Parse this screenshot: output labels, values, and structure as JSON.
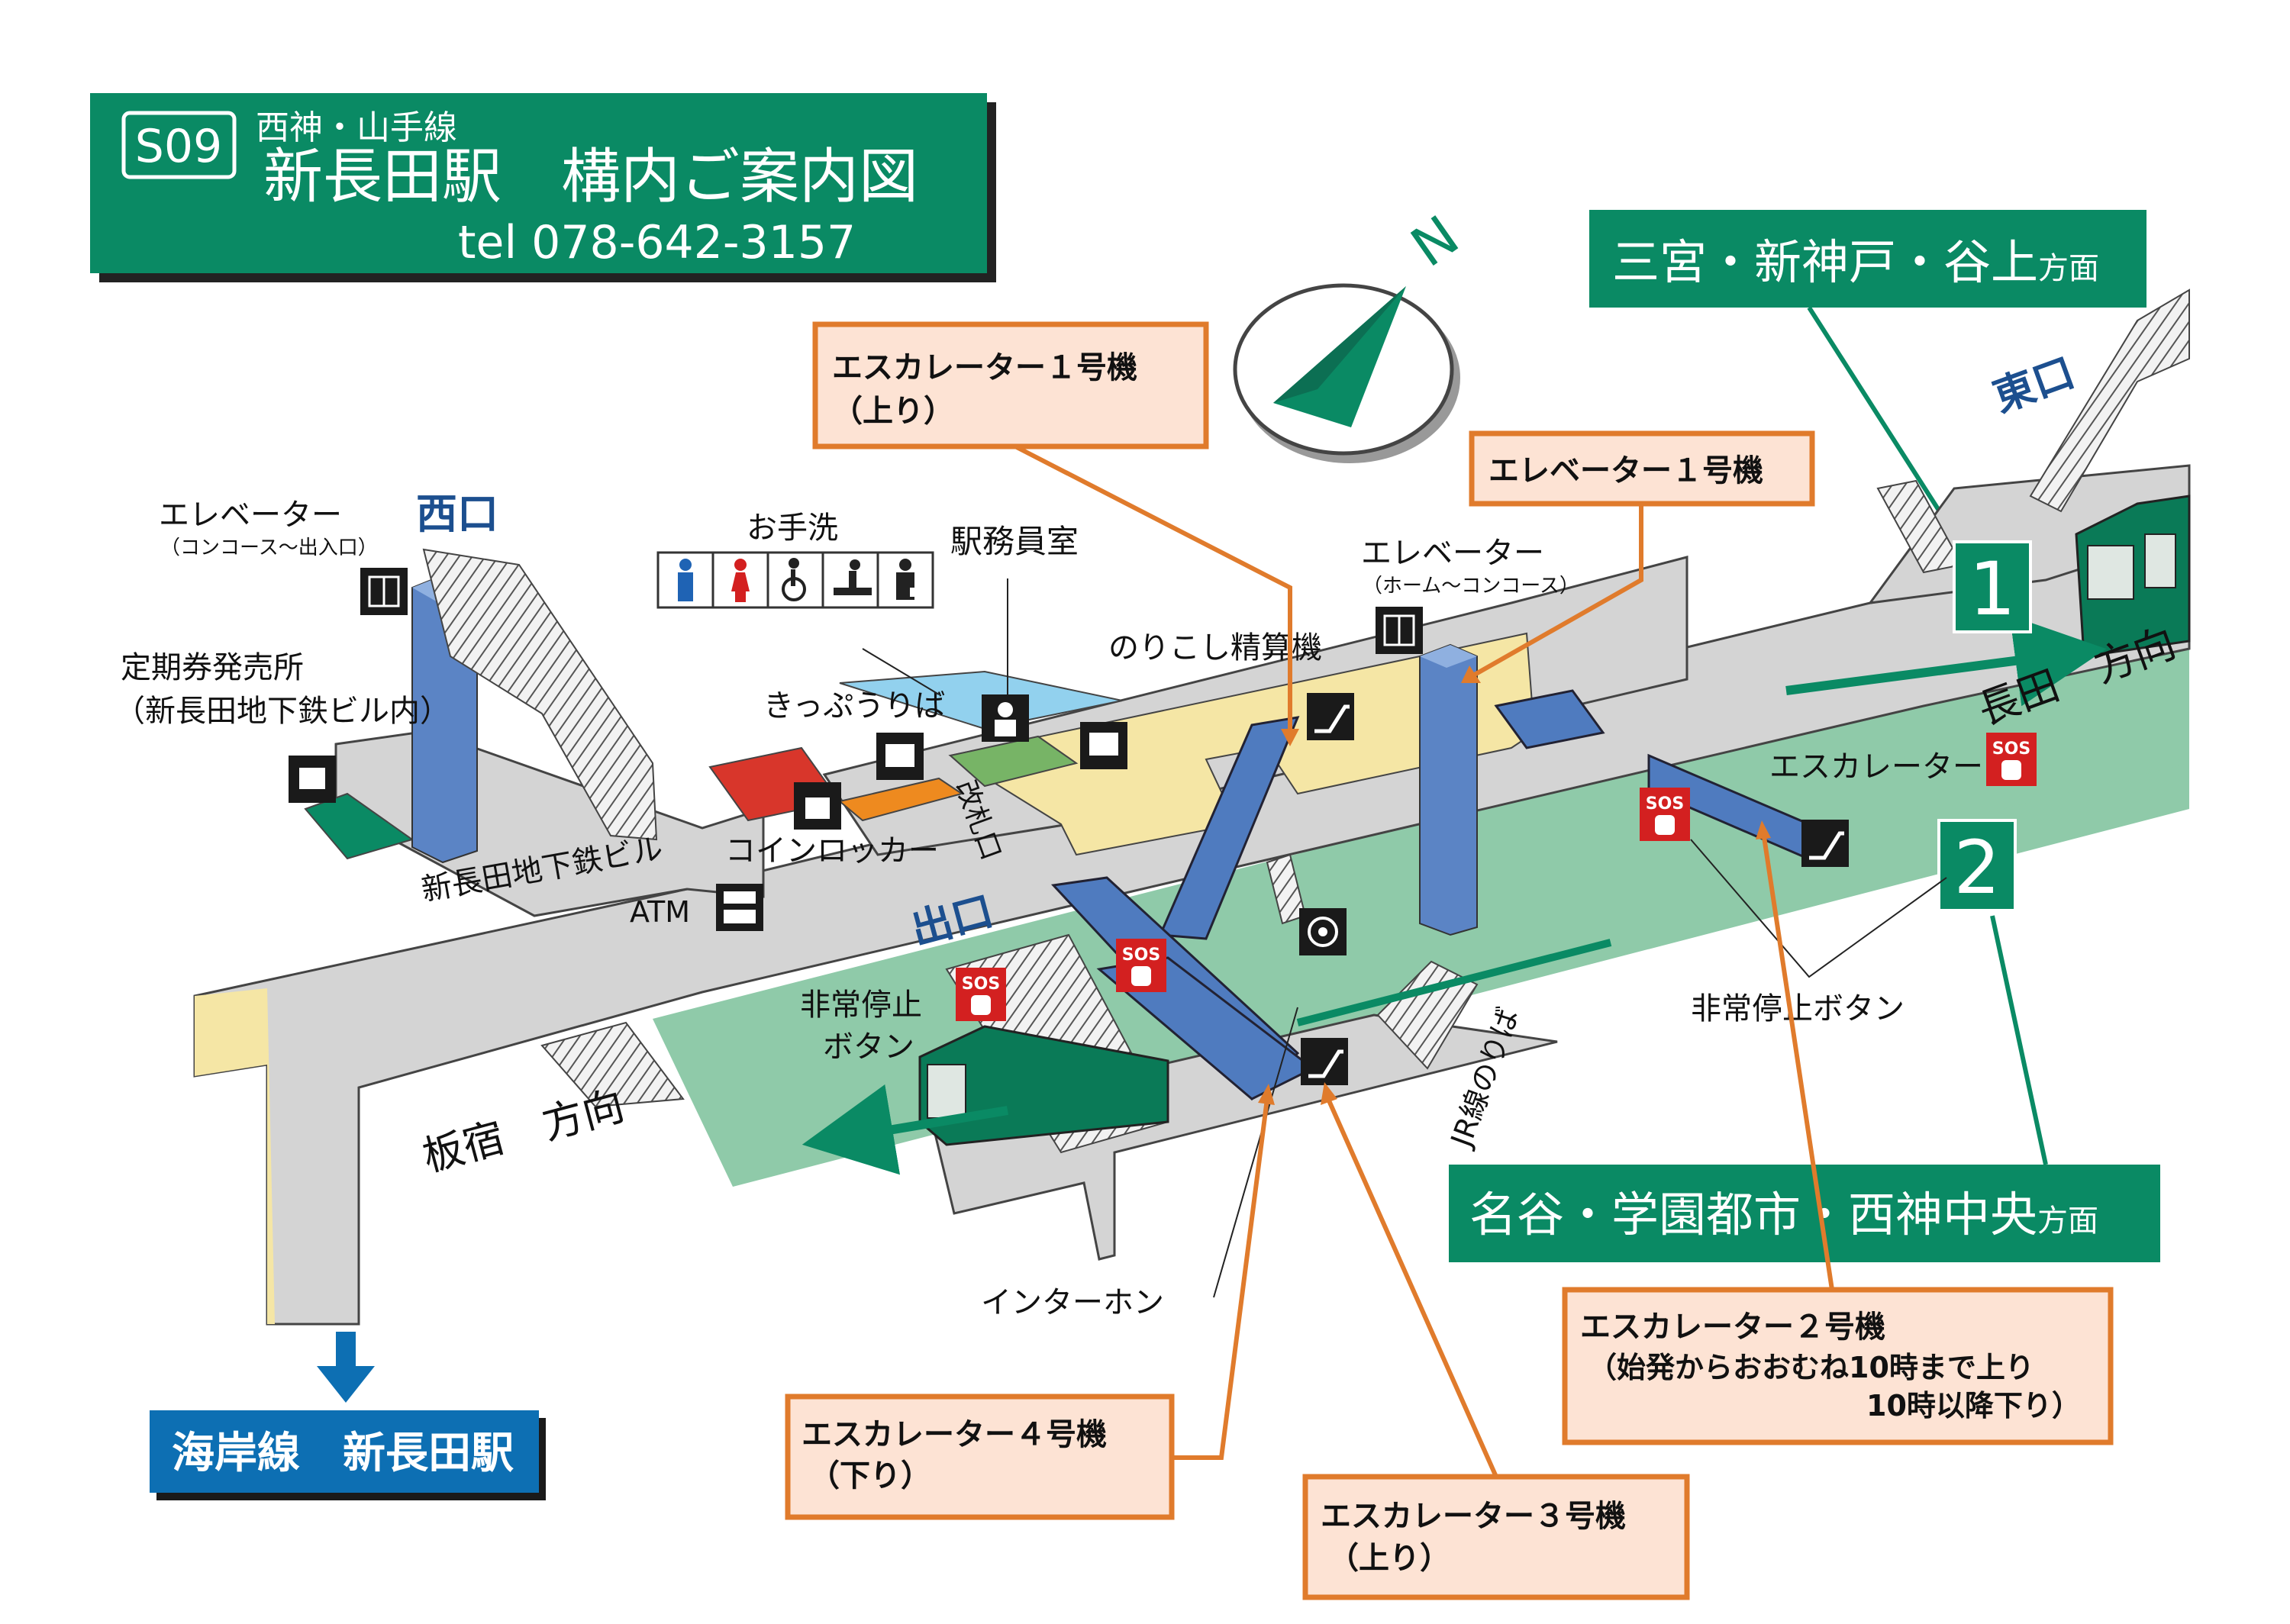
{
  "station": {
    "code": "S09",
    "line": "西神・山手線",
    "title": "新長田駅　構内ご案内図",
    "tel": "tel 078-642-3157"
  },
  "directions": {
    "northbound": "三宮・新神戸・谷上",
    "northbound_suffix": "方面",
    "southbound": "名谷・学園都市・西神中央",
    "southbound_suffix": "方面",
    "toward_nagata": "長田　方向",
    "toward_itayado": "板宿　方向"
  },
  "exits": {
    "east": "東口",
    "west": "西口",
    "exit": "出口"
  },
  "platforms": {
    "track1": "1",
    "track2": "2"
  },
  "callouts": {
    "esc1_line1": "エスカレーター１号機",
    "esc1_line2": "（上り）",
    "elev1": "エレベーター１号機",
    "esc2_line1": "エスカレーター２号機",
    "esc2_line2": "（始発からおおむね10時まで上り",
    "esc2_line3": "10時以降下り）",
    "esc3_line1": "エスカレーター３号機",
    "esc3_line2": "（上り）",
    "esc4_line1": "エスカレーター４号機",
    "esc4_line2": "（下り）"
  },
  "labels": {
    "elevator": "エレベーター",
    "elevator_concourse_exit": "（コンコース～出入口）",
    "elevator_home_concourse": "（ホーム～コンコース）",
    "commuter_pass_office": "定期券発売所",
    "commuter_pass_office_note": "（新長田地下鉄ビル内）",
    "subway_building": "新長田地下鉄ビル",
    "atm": "ATM",
    "coin_locker": "コインロッカー",
    "ticket_sales": "きっぷうりば",
    "restroom": "お手洗",
    "station_office": "駅務員室",
    "fare_adjustment": "のりこし精算機",
    "ticket_gate": "改札口",
    "escalator": "エスカレーター",
    "emergency_stop_button": "非常停止ボタン",
    "emergency_stop_line1": "非常停止",
    "emergency_stop_line2": "ボタン",
    "intercom": "インターホン",
    "jr_transfer": "JR線のりば",
    "sos": "SOS",
    "coastal_line": "海岸線　新長田駅",
    "compass_n": "N"
  },
  "colors": {
    "green": "#0a8a64",
    "teal_platform": "#8fcaa9",
    "concourse_grey": "#d4d4d4",
    "yellow_area": "#f5e6a5",
    "escalator_blue": "#4f7bbf",
    "callout_fill": "#fde3d4",
    "callout_border": "#e07b2c",
    "blue_sign": "#0d6fb3",
    "red_area": "#d8362b",
    "orange_area": "#ee8a1f",
    "green_area": "#77b466",
    "lightblue_area": "#92d1ee",
    "sos_red": "#d32020"
  }
}
